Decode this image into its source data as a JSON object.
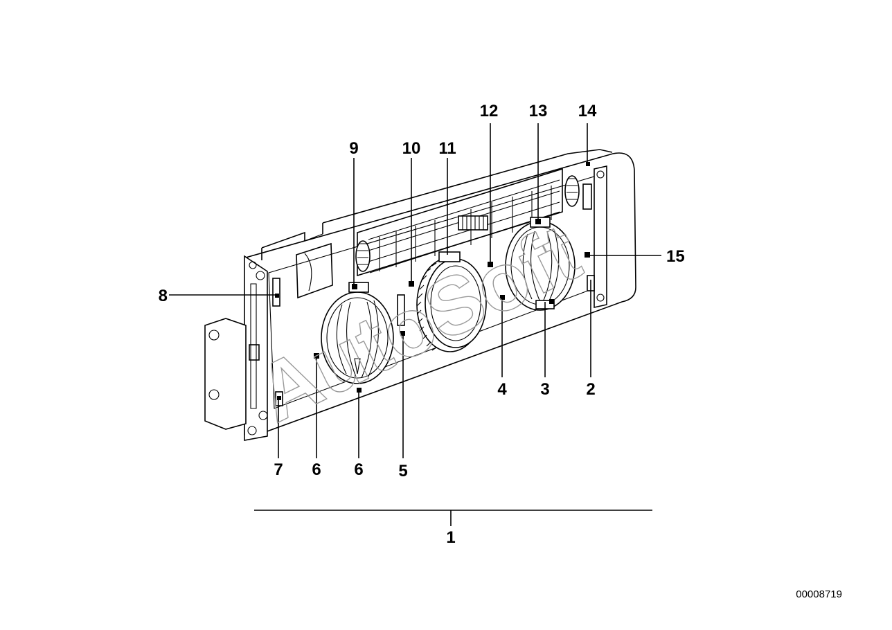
{
  "watermark": "AutoSoft",
  "document_number": "00008719",
  "callouts": [
    "1",
    "2",
    "3",
    "4",
    "5",
    "6",
    "6",
    "7",
    "8",
    "9",
    "10",
    "11",
    "12",
    "13",
    "14",
    "15"
  ]
}
